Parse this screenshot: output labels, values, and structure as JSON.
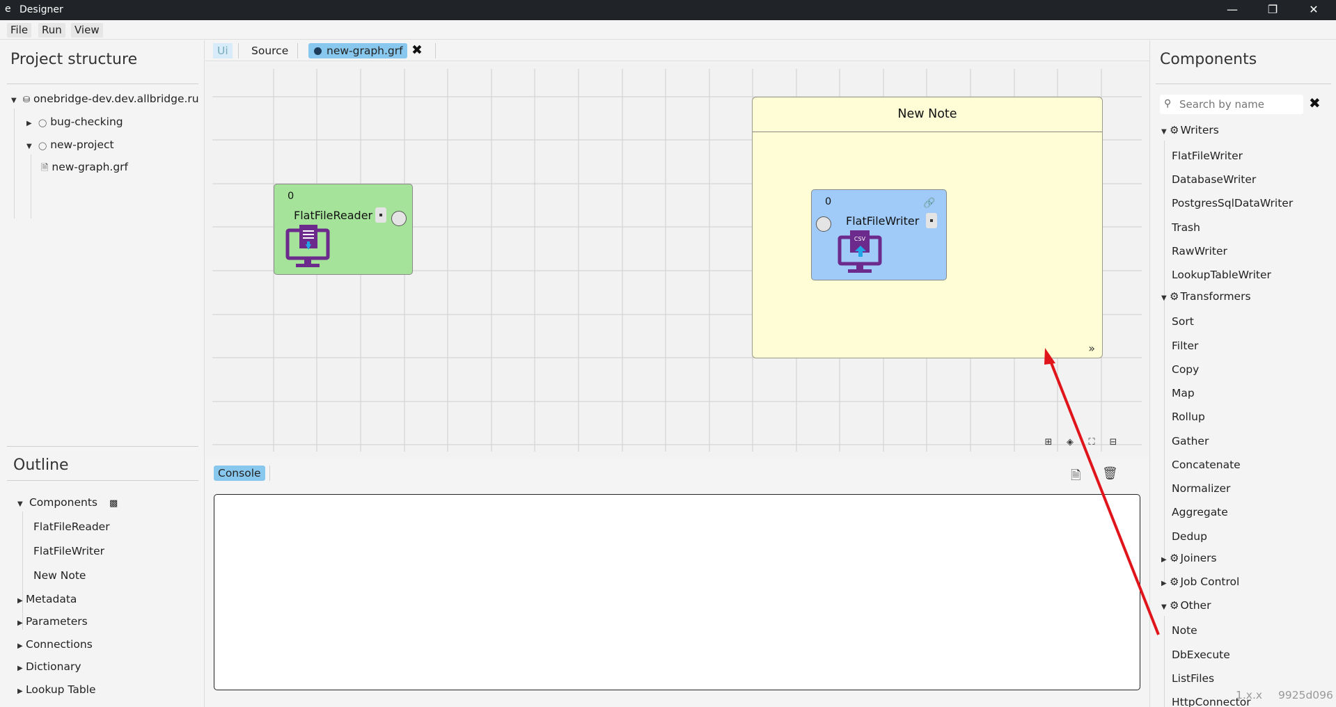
{
  "window": {
    "app_icon": "e",
    "title": "Designer",
    "controls": [
      "minimize-icon",
      "restore-icon",
      "close-icon"
    ]
  },
  "menu": [
    "File",
    "Run",
    "View"
  ],
  "project_structure": {
    "title": "Project structure",
    "root": "onebridge-dev.dev.allbridge.ru",
    "items": [
      {
        "label": "bug-checking",
        "expanded": false
      },
      {
        "label": "new-project",
        "expanded": true
      },
      {
        "label": "new-graph.grf",
        "type": "file"
      }
    ]
  },
  "outline": {
    "title": "Outline",
    "components_label": "Components",
    "components": [
      "FlatFileReader",
      "FlatFileWriter",
      "New Note"
    ],
    "sections": [
      "Metadata",
      "Parameters",
      "Connections",
      "Dictionary",
      "Lookup Table"
    ]
  },
  "tabs": {
    "ui": "Ui",
    "source": "Source",
    "file": "new-graph.grf"
  },
  "canvas": {
    "reader": {
      "count": "0",
      "label": "FlatFileReader",
      "color": "#a6e39a"
    },
    "note": {
      "title": "New Note",
      "expand": "»",
      "color": "#fefdd5"
    },
    "writer": {
      "count": "0",
      "label": "FlatFileWriter",
      "badge": "CSV",
      "color": "#a0cbf8"
    }
  },
  "console": {
    "tab": "Console"
  },
  "components_panel": {
    "title": "Components",
    "search_placeholder": "Search by name",
    "categories": [
      {
        "name": "Writers",
        "expanded": true,
        "items": [
          "FlatFileWriter",
          "DatabaseWriter",
          "PostgresSqlDataWriter",
          "Trash",
          "RawWriter",
          "LookupTableWriter"
        ]
      },
      {
        "name": "Transformers",
        "expanded": true,
        "items": [
          "Sort",
          "Filter",
          "Copy",
          "Map",
          "Rollup",
          "Gather",
          "Concatenate",
          "Normalizer",
          "Aggregate",
          "Dedup"
        ]
      },
      {
        "name": "Joiners",
        "expanded": false,
        "items": []
      },
      {
        "name": "Job Control",
        "expanded": false,
        "items": []
      },
      {
        "name": "Other",
        "expanded": true,
        "items": [
          "Note",
          "DbExecute",
          "ListFiles",
          "HttpConnector"
        ]
      }
    ]
  },
  "version": {
    "number": "1.x.x",
    "hash": "9925d096"
  },
  "colors": {
    "accent_tab": "#88c8ee",
    "drag_arrow": "#e0151b",
    "icon_purple": "#6b2a8c"
  }
}
